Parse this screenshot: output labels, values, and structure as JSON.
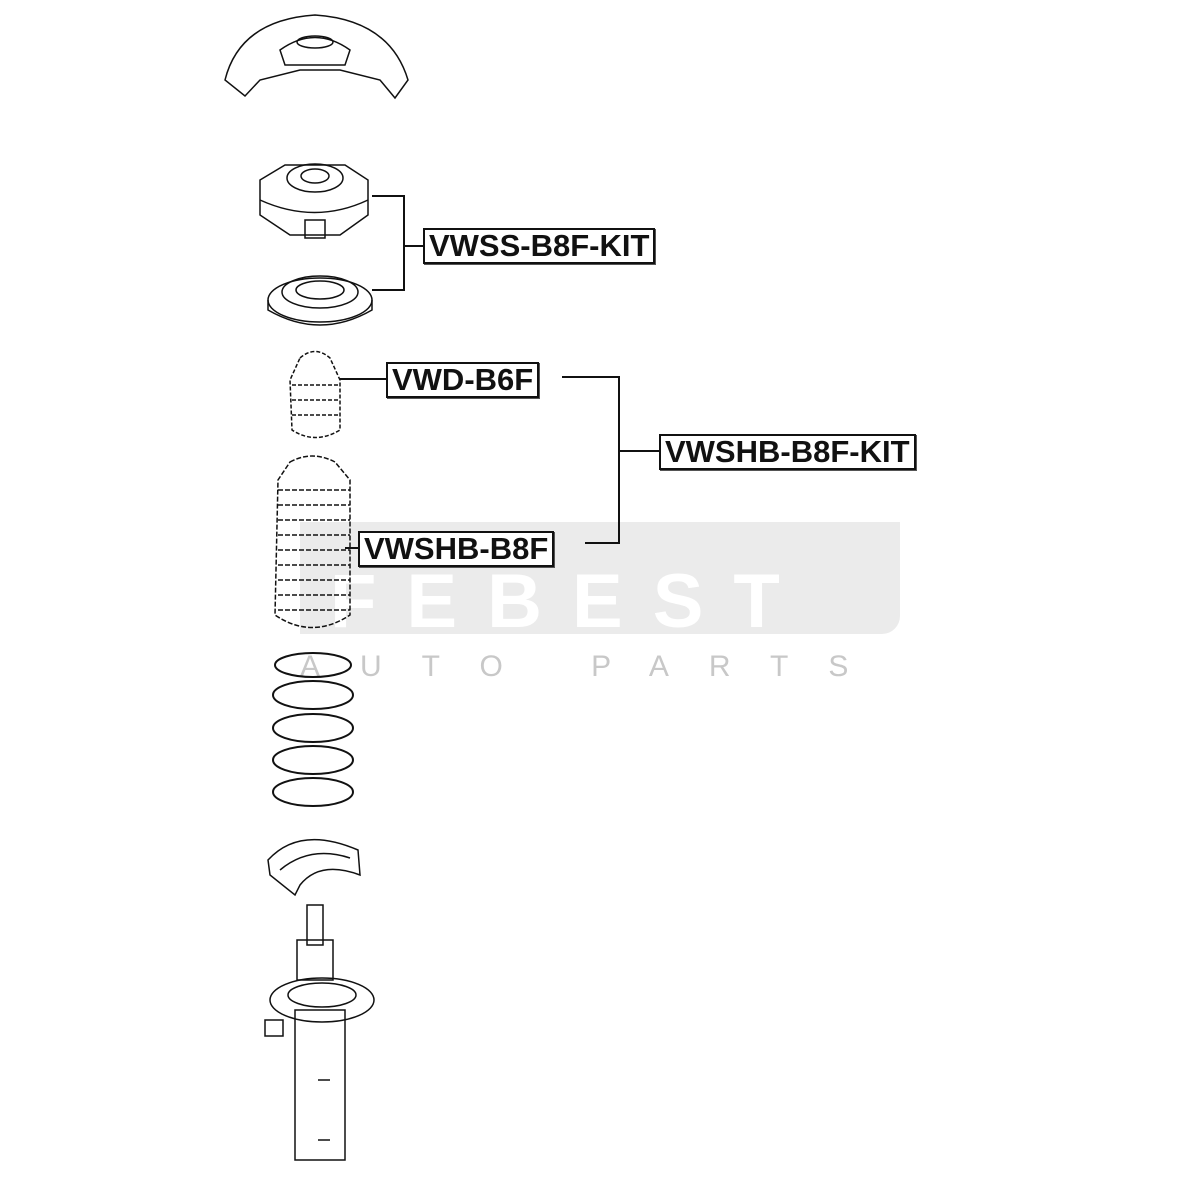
{
  "watermark": {
    "brand": "FEBEST",
    "tagline": "AUTO PARTS"
  },
  "labels": {
    "top_mount_kit": "VWSS-B8F-KIT",
    "bump_stop": "VWD-B6F",
    "boot_kit": "VWSHB-B8F-KIT",
    "boot": "VWSHB-B8F"
  },
  "colors": {
    "line": "#111111",
    "watermark_bg": "#ebebeb",
    "watermark_sub": "#c8c8c8"
  }
}
